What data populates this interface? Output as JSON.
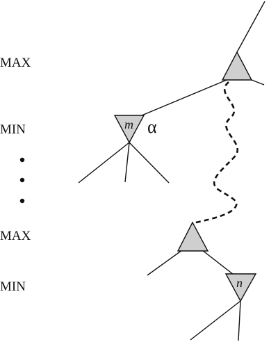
{
  "levels": [
    {
      "label": "MAX"
    },
    {
      "label": "MIN"
    },
    {
      "label": "MAX"
    },
    {
      "label": "MIN"
    }
  ],
  "nodes": {
    "m": {
      "letter": "m"
    },
    "n": {
      "letter": "n"
    }
  },
  "alpha_label": "α",
  "colors": {
    "triangle_fill": "#cfcfcf",
    "line": "#111111"
  }
}
